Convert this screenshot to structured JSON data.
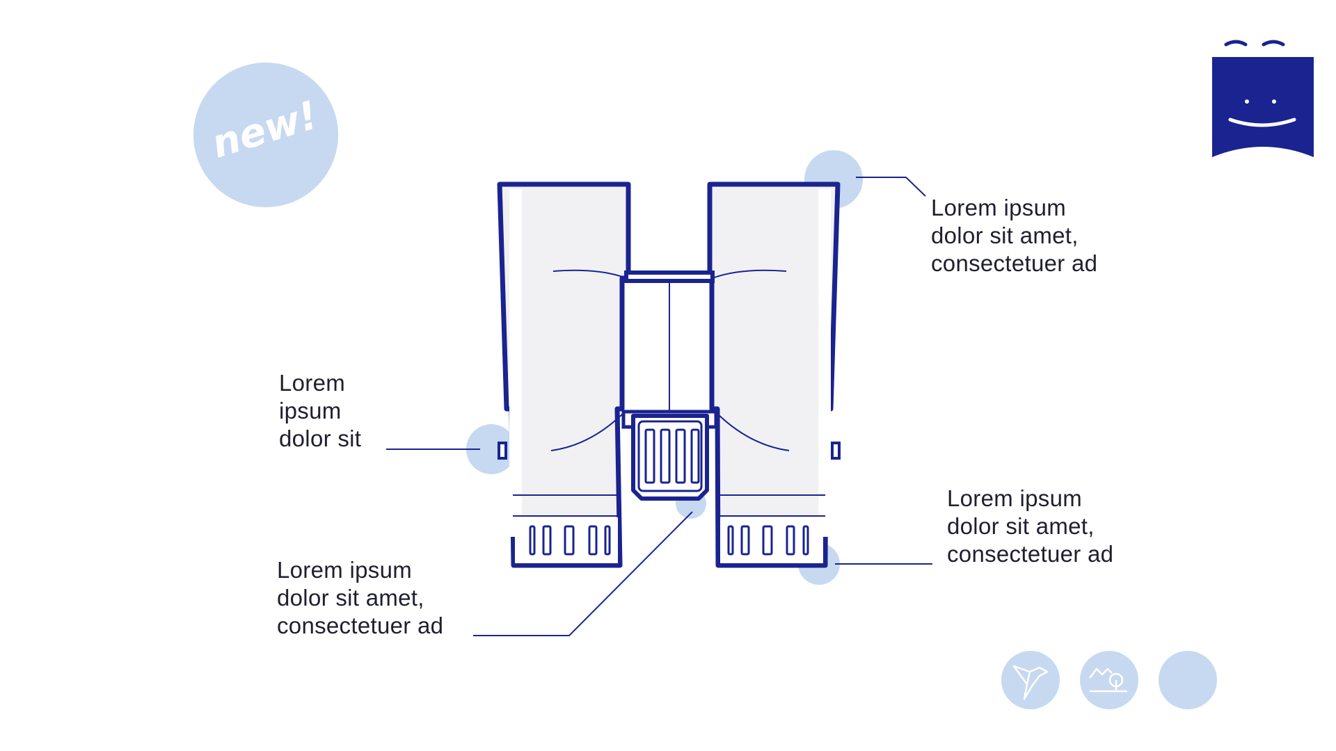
{
  "colors": {
    "navy": "#1a2390",
    "light_blue": "#c6d9f1",
    "panel_grey": "#f1f1f4",
    "text": "#1f1f2e"
  },
  "badge": {
    "text": "new!"
  },
  "logo": {
    "icon": "smiling-flag-logo"
  },
  "callouts": {
    "top_right": {
      "lines": [
        "Lorem ipsum",
        "dolor sit amet,",
        "consectetuer ad"
      ]
    },
    "left": {
      "lines": [
        "Lorem",
        "ipsum",
        "dolor sit"
      ]
    },
    "bottom_left": {
      "lines": [
        "Lorem ipsum",
        "dolor sit amet,",
        "consectetuer ad"
      ]
    },
    "right": {
      "lines": [
        "Lorem ipsum",
        "dolor sit amet,",
        "consectetuer ad"
      ]
    }
  },
  "footer_icons": [
    {
      "icon": "origami-bird-icon"
    },
    {
      "icon": "landscape-tree-icon"
    },
    {
      "icon": "empty-circle-icon"
    }
  ]
}
